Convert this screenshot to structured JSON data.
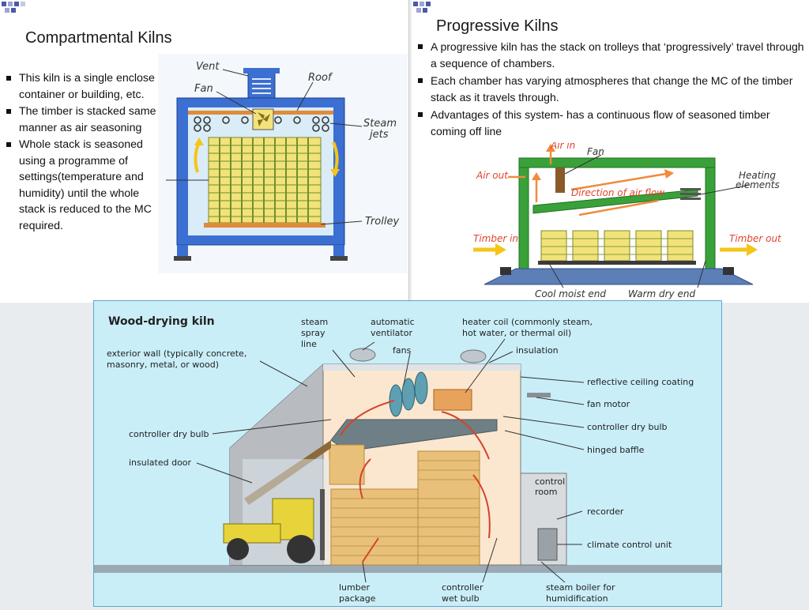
{
  "left_slide": {
    "title": "Compartmental Kilns",
    "bullets": [
      "This kiln is a single enclose container or building, etc.",
      "The timber is stacked same manner as air seasoning",
      "Whole stack is seasoned using a programme of settings(temperature and humidity) until the whole stack is reduced to the MC required."
    ],
    "diagram_labels": {
      "vent": "Vent",
      "fan": "Fan",
      "roof": "Roof",
      "steam_jets_1": "Steam",
      "steam_jets_2": "jets",
      "trolley": "Trolley"
    }
  },
  "right_slide": {
    "title": "Progressive Kilns",
    "bullets": [
      "A progressive kiln has the stack on trolleys that ‘progressively’ travel through a sequence of chambers.",
      "Each chamber has varying atmospheres that change the MC of the timber stack as it travels through.",
      "Advantages of this system- has a continuous flow of seasoned timber coming off line"
    ],
    "diagram_labels": {
      "air_in": "Air in",
      "fan": "Fan",
      "air_out": "Air out",
      "heating_elements_1": "Heating",
      "heating_elements_2": "elements",
      "direction": "Direction of air flow",
      "timber_in": "Timber in",
      "timber_out": "Timber out",
      "cool_end": "Cool moist end",
      "warm_end": "Warm dry end"
    }
  },
  "bottom_diagram": {
    "title": "Wood-drying kiln",
    "labels": {
      "steam_spray_line": [
        "steam",
        "spray",
        "line"
      ],
      "automatic_ventilator": [
        "automatic",
        "ventilator"
      ],
      "heater_coil": [
        "heater coil (commonly steam,",
        "hot water, or thermal oil)"
      ],
      "exterior_wall": [
        "exterior wall (typically concrete,",
        "masonry, metal, or wood)"
      ],
      "fans": "fans",
      "insulation": "insulation",
      "reflective_ceiling": "reflective ceiling coating",
      "fan_motor": "fan motor",
      "controller_dry_bulb_left": "controller dry bulb",
      "controller_dry_bulb_right": "controller dry bulb",
      "hinged_baffle": "hinged baffle",
      "insulated_door": "insulated door",
      "control_room": [
        "control",
        "room"
      ],
      "recorder": "recorder",
      "climate_control": "climate control unit",
      "lumber_package": [
        "lumber",
        "package"
      ],
      "controller_wet_bulb": [
        "controller",
        "wet bulb"
      ],
      "steam_boiler": [
        "steam boiler for",
        "humidification"
      ]
    }
  },
  "colors": {
    "kiln_blue": "#3b6fd1",
    "timber_yellow": "#f2e27a",
    "frame_green": "#3aa13a",
    "diagram_bg": "#c9eef8",
    "arrow_orange": "#f08a3c"
  }
}
